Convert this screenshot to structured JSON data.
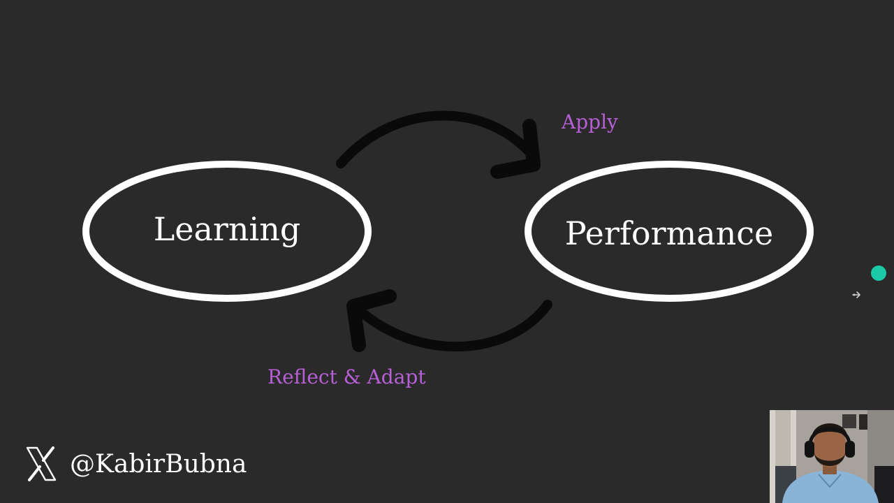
{
  "diagram": {
    "nodes": [
      {
        "id": "learning",
        "label": "Learning"
      },
      {
        "id": "performance",
        "label": "Performance"
      }
    ],
    "edges": [
      {
        "from": "learning",
        "to": "performance",
        "label": "Apply"
      },
      {
        "from": "performance",
        "to": "learning",
        "label": "Reflect & Adapt"
      }
    ]
  },
  "footer": {
    "icon": "x-logo-icon",
    "handle": "@KabirBubna"
  },
  "overlay": {
    "webcam_icon": "presenter-webcam",
    "pointer_dot_color": "#1cc9a9",
    "cursor_icon": "arrow-cursor-icon"
  },
  "colors": {
    "background": "#2b2a2a",
    "node_outline": "#ffffff",
    "arrow": "#0a0a0a",
    "edge_label": "#b75fd6",
    "text": "#ffffff"
  }
}
